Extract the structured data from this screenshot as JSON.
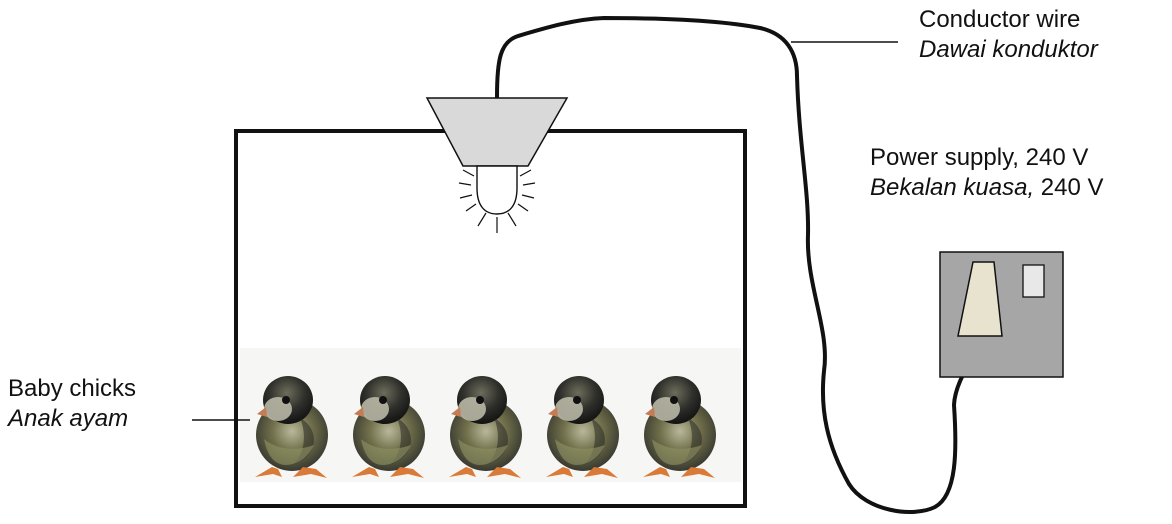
{
  "labels": {
    "conductor_wire": {
      "en": "Conductor wire",
      "ms": "Dawai konduktor"
    },
    "power_supply": {
      "en_prefix": "Power supply,",
      "ms_prefix": "Bekalan kuasa,",
      "voltage": "240 V"
    },
    "baby_chicks": {
      "en": "Baby chicks",
      "ms": "Anak ayam"
    }
  },
  "colors": {
    "outline": "#111111",
    "lamp_shade": "#d9d9d9",
    "socket_plate": "#a6a6a6",
    "plug": "#e8e3cf",
    "chick_body": "#2e2f2b",
    "chick_feathers": "#8e9062",
    "chick_face": "#b9b7a5",
    "chick_feet": "#d97a38",
    "chick_background": "#f6f6f4"
  },
  "icons": {
    "lamp": "light-bulb-icon",
    "socket": "wall-socket-icon",
    "plug": "plug-icon",
    "chick": "baby-chick-icon"
  },
  "chicks": [
    {
      "name": "chick-1"
    },
    {
      "name": "chick-2"
    },
    {
      "name": "chick-3"
    },
    {
      "name": "chick-4"
    },
    {
      "name": "chick-5"
    }
  ]
}
